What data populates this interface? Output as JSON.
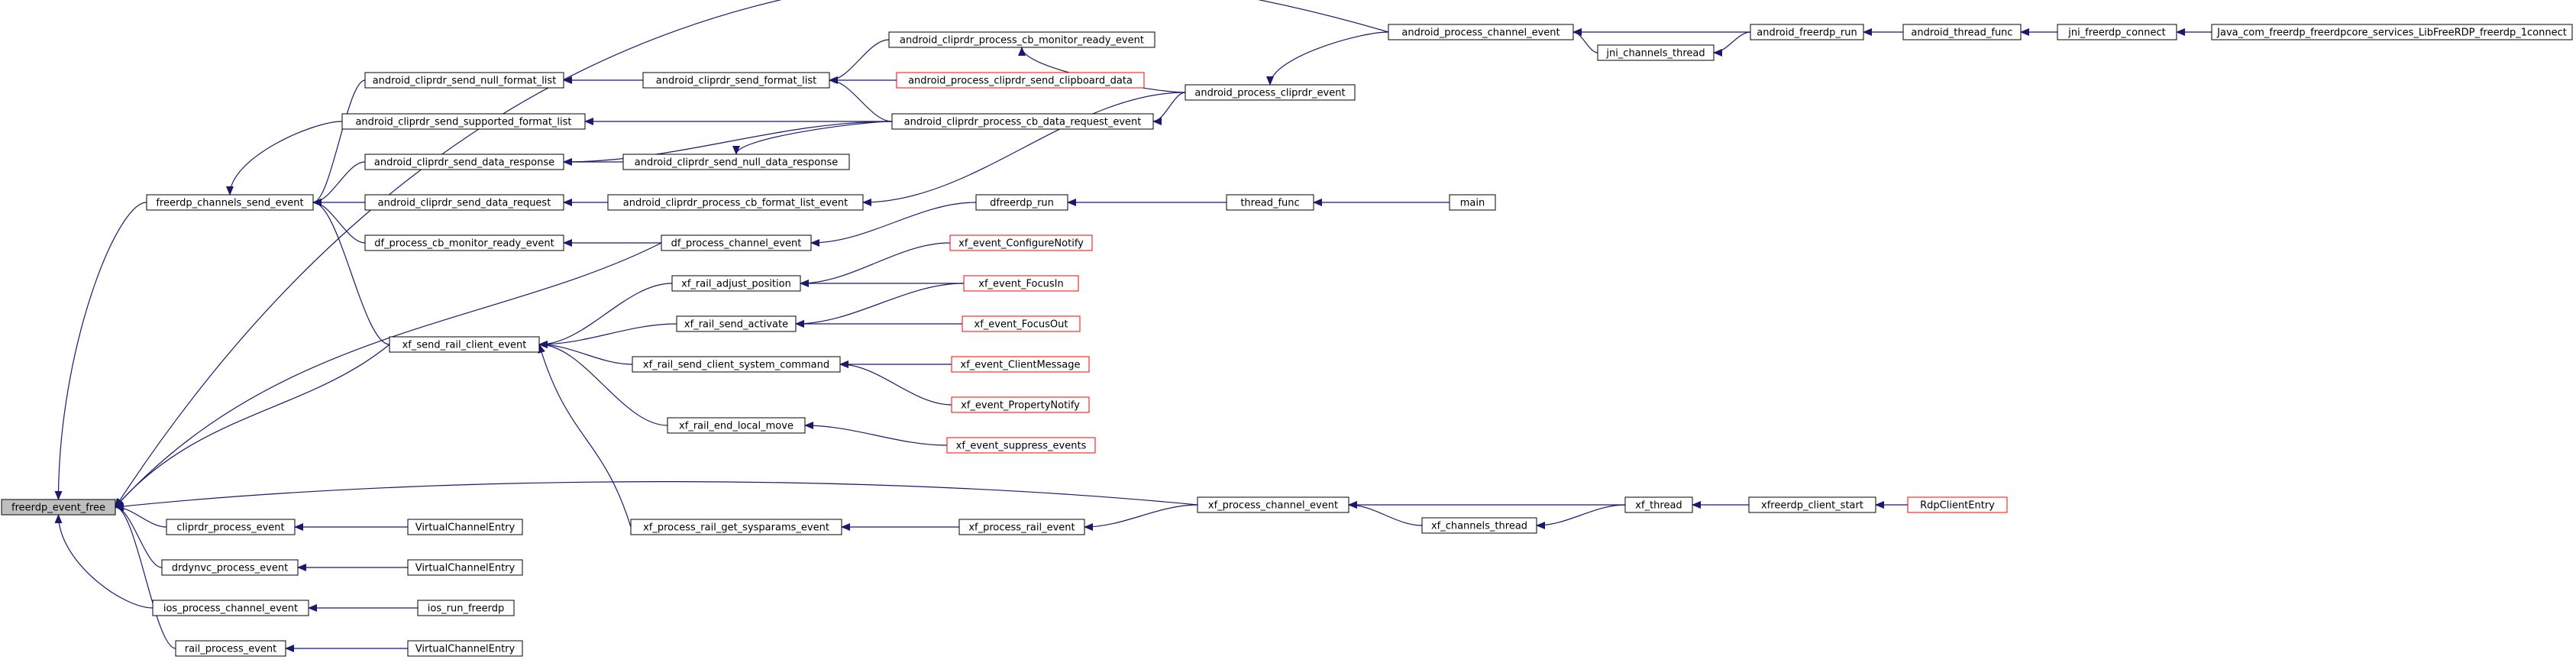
{
  "colors": {
    "edge": "#191970",
    "border_normal": "#000000",
    "border_truncated": "#ff0000",
    "fill_normal": "#ffffff",
    "fill_highlight": "#bfbfbf"
  },
  "nodes": [
    {
      "id": "freerdp_event_free",
      "label": "freerdp_event_free",
      "highlight": true
    },
    {
      "id": "freerdp_channels_send_event",
      "label": "freerdp_channels_send_event"
    },
    {
      "id": "cliprdr_process_event",
      "label": "cliprdr_process_event"
    },
    {
      "id": "drdynvc_process_event",
      "label": "drdynvc_process_event"
    },
    {
      "id": "ios_process_channel_event",
      "label": "ios_process_channel_event"
    },
    {
      "id": "rail_process_event",
      "label": "rail_process_event"
    },
    {
      "id": "android_cliprdr_send_null_format_list",
      "label": "android_cliprdr_send_null_format_list"
    },
    {
      "id": "android_cliprdr_send_supported_format_list",
      "label": "android_cliprdr_send_supported_format_list"
    },
    {
      "id": "android_cliprdr_send_data_response",
      "label": "android_cliprdr_send_data_response"
    },
    {
      "id": "android_cliprdr_send_data_request",
      "label": "android_cliprdr_send_data_request"
    },
    {
      "id": "df_process_cb_monitor_ready_event",
      "label": "df_process_cb_monitor_ready_event"
    },
    {
      "id": "xf_send_rail_client_event",
      "label": "xf_send_rail_client_event"
    },
    {
      "id": "VirtualChannelEntry_1",
      "label": "VirtualChannelEntry"
    },
    {
      "id": "VirtualChannelEntry_2",
      "label": "VirtualChannelEntry"
    },
    {
      "id": "ios_run_freerdp",
      "label": "ios_run_freerdp"
    },
    {
      "id": "VirtualChannelEntry_3",
      "label": "VirtualChannelEntry"
    },
    {
      "id": "android_cliprdr_send_format_list",
      "label": "android_cliprdr_send_format_list"
    },
    {
      "id": "android_cliprdr_send_null_data_response",
      "label": "android_cliprdr_send_null_data_response"
    },
    {
      "id": "android_cliprdr_process_cb_format_list_event",
      "label": "android_cliprdr_process_cb_format_list_event"
    },
    {
      "id": "df_process_channel_event",
      "label": "df_process_channel_event"
    },
    {
      "id": "xf_rail_adjust_position",
      "label": "xf_rail_adjust_position"
    },
    {
      "id": "xf_rail_send_activate",
      "label": "xf_rail_send_activate"
    },
    {
      "id": "xf_rail_send_client_system_command",
      "label": "xf_rail_send_client_system_command"
    },
    {
      "id": "xf_rail_end_local_move",
      "label": "xf_rail_end_local_move"
    },
    {
      "id": "xf_process_rail_get_sysparams_event",
      "label": "xf_process_rail_get_sysparams_event"
    },
    {
      "id": "android_cliprdr_process_cb_monitor_ready_event",
      "label": "android_cliprdr_process_cb_monitor_ready_event"
    },
    {
      "id": "android_process_cliprdr_send_clipboard_data",
      "label": "android_process_cliprdr_send_clipboard_data",
      "truncated": true
    },
    {
      "id": "android_cliprdr_process_cb_data_request_event",
      "label": "android_cliprdr_process_cb_data_request_event"
    },
    {
      "id": "dfreerdp_run",
      "label": "dfreerdp_run"
    },
    {
      "id": "xf_event_ConfigureNotify",
      "label": "xf_event_ConfigureNotify",
      "truncated": true
    },
    {
      "id": "xf_event_FocusIn",
      "label": "xf_event_FocusIn",
      "truncated": true
    },
    {
      "id": "xf_event_FocusOut",
      "label": "xf_event_FocusOut",
      "truncated": true
    },
    {
      "id": "xf_event_ClientMessage",
      "label": "xf_event_ClientMessage",
      "truncated": true
    },
    {
      "id": "xf_event_PropertyNotify",
      "label": "xf_event_PropertyNotify",
      "truncated": true
    },
    {
      "id": "xf_event_suppress_events",
      "label": "xf_event_suppress_events",
      "truncated": true
    },
    {
      "id": "xf_process_rail_event",
      "label": "xf_process_rail_event"
    },
    {
      "id": "android_process_cliprdr_event",
      "label": "android_process_cliprdr_event"
    },
    {
      "id": "thread_func",
      "label": "thread_func"
    },
    {
      "id": "xf_process_channel_event",
      "label": "xf_process_channel_event"
    },
    {
      "id": "android_process_channel_event",
      "label": "android_process_channel_event"
    },
    {
      "id": "jni_channels_thread",
      "label": "jni_channels_thread"
    },
    {
      "id": "xf_channels_thread",
      "label": "xf_channels_thread"
    },
    {
      "id": "main",
      "label": "main"
    },
    {
      "id": "android_freerdp_run",
      "label": "android_freerdp_run"
    },
    {
      "id": "xf_thread",
      "label": "xf_thread"
    },
    {
      "id": "android_thread_func",
      "label": "android_thread_func"
    },
    {
      "id": "xfreerdp_client_start",
      "label": "xfreerdp_client_start"
    },
    {
      "id": "jni_freerdp_connect",
      "label": "jni_freerdp_connect"
    },
    {
      "id": "RdpClientEntry",
      "label": "RdpClientEntry",
      "truncated": true
    },
    {
      "id": "Java_com_freerdp_1connect",
      "label": "Java_com_freerdp_freerdpcore_services_LibFreeRDP_freerdp_1connect"
    }
  ],
  "edges": [
    [
      "freerdp_channels_send_event",
      "freerdp_event_free"
    ],
    [
      "cliprdr_process_event",
      "freerdp_event_free"
    ],
    [
      "drdynvc_process_event",
      "freerdp_event_free"
    ],
    [
      "ios_process_channel_event",
      "freerdp_event_free"
    ],
    [
      "rail_process_event",
      "freerdp_event_free"
    ],
    [
      "xf_send_rail_client_event",
      "freerdp_event_free"
    ],
    [
      "df_process_channel_event",
      "freerdp_event_free"
    ],
    [
      "android_process_channel_event",
      "freerdp_event_free"
    ],
    [
      "xf_process_channel_event",
      "freerdp_event_free"
    ],
    [
      "android_cliprdr_send_null_format_list",
      "freerdp_channels_send_event"
    ],
    [
      "android_cliprdr_send_supported_format_list",
      "freerdp_channels_send_event"
    ],
    [
      "android_cliprdr_send_data_response",
      "freerdp_channels_send_event"
    ],
    [
      "android_cliprdr_send_data_request",
      "freerdp_channels_send_event"
    ],
    [
      "df_process_cb_monitor_ready_event",
      "freerdp_channels_send_event"
    ],
    [
      "xf_send_rail_client_event",
      "freerdp_channels_send_event"
    ],
    [
      "VirtualChannelEntry_1",
      "cliprdr_process_event"
    ],
    [
      "VirtualChannelEntry_2",
      "drdynvc_process_event"
    ],
    [
      "ios_run_freerdp",
      "ios_process_channel_event"
    ],
    [
      "VirtualChannelEntry_3",
      "rail_process_event"
    ],
    [
      "android_cliprdr_send_format_list",
      "android_cliprdr_send_null_format_list"
    ],
    [
      "android_cliprdr_process_cb_data_request_event",
      "android_cliprdr_send_supported_format_list"
    ],
    [
      "android_cliprdr_send_null_data_response",
      "android_cliprdr_send_data_response"
    ],
    [
      "android_cliprdr_process_cb_data_request_event",
      "android_cliprdr_send_data_response"
    ],
    [
      "android_cliprdr_process_cb_format_list_event",
      "android_cliprdr_send_data_request"
    ],
    [
      "df_process_channel_event",
      "df_process_cb_monitor_ready_event"
    ],
    [
      "xf_rail_adjust_position",
      "xf_send_rail_client_event"
    ],
    [
      "xf_rail_send_activate",
      "xf_send_rail_client_event"
    ],
    [
      "xf_rail_send_client_system_command",
      "xf_send_rail_client_event"
    ],
    [
      "xf_rail_end_local_move",
      "xf_send_rail_client_event"
    ],
    [
      "xf_process_rail_get_sysparams_event",
      "xf_send_rail_client_event"
    ],
    [
      "android_cliprdr_process_cb_monitor_ready_event",
      "android_cliprdr_send_format_list"
    ],
    [
      "android_process_cliprdr_send_clipboard_data",
      "android_cliprdr_send_format_list"
    ],
    [
      "android_cliprdr_process_cb_data_request_event",
      "android_cliprdr_send_format_list"
    ],
    [
      "android_cliprdr_process_cb_data_request_event",
      "android_cliprdr_send_null_data_response"
    ],
    [
      "android_process_cliprdr_event",
      "android_cliprdr_process_cb_format_list_event"
    ],
    [
      "dfreerdp_run",
      "df_process_channel_event"
    ],
    [
      "xf_event_ConfigureNotify",
      "xf_rail_adjust_position"
    ],
    [
      "xf_event_FocusIn",
      "xf_rail_adjust_position"
    ],
    [
      "xf_event_FocusIn",
      "xf_rail_send_activate"
    ],
    [
      "xf_event_FocusOut",
      "xf_rail_send_activate"
    ],
    [
      "xf_event_ClientMessage",
      "xf_rail_send_client_system_command"
    ],
    [
      "xf_event_PropertyNotify",
      "xf_rail_send_client_system_command"
    ],
    [
      "xf_event_suppress_events",
      "xf_rail_end_local_move"
    ],
    [
      "xf_process_rail_event",
      "xf_process_rail_get_sysparams_event"
    ],
    [
      "android_process_cliprdr_event",
      "android_cliprdr_process_cb_monitor_ready_event"
    ],
    [
      "android_process_cliprdr_event",
      "android_cliprdr_process_cb_data_request_event"
    ],
    [
      "thread_func",
      "dfreerdp_run"
    ],
    [
      "xf_process_channel_event",
      "xf_process_rail_event"
    ],
    [
      "android_process_channel_event",
      "android_process_cliprdr_event"
    ],
    [
      "main",
      "thread_func"
    ],
    [
      "xf_thread",
      "xf_process_channel_event"
    ],
    [
      "xf_channels_thread",
      "xf_process_channel_event"
    ],
    [
      "android_freerdp_run",
      "android_process_channel_event"
    ],
    [
      "jni_channels_thread",
      "android_process_channel_event"
    ],
    [
      "xf_thread",
      "xf_channels_thread"
    ],
    [
      "android_freerdp_run",
      "jni_channels_thread"
    ],
    [
      "android_thread_func",
      "android_freerdp_run"
    ],
    [
      "xfreerdp_client_start",
      "xf_thread"
    ],
    [
      "jni_freerdp_connect",
      "android_thread_func"
    ],
    [
      "RdpClientEntry",
      "xfreerdp_client_start"
    ],
    [
      "Java_com_freerdp_1connect",
      "jni_freerdp_connect"
    ]
  ]
}
